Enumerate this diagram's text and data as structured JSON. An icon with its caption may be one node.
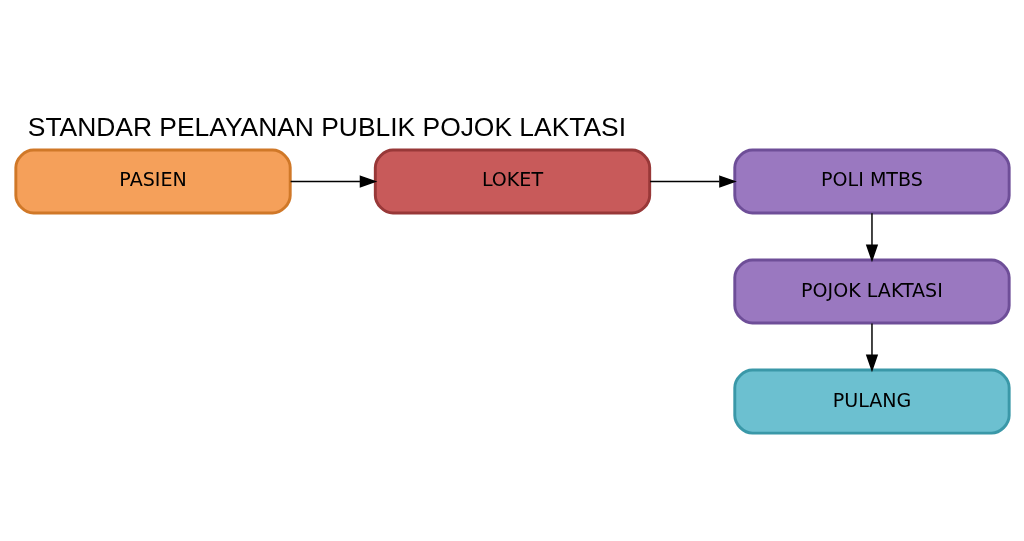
{
  "diagram": {
    "title": "STANDAR PELAYANAN PUBLIK POJOK LAKTASI",
    "nodes": [
      {
        "text": [
          "PASIEN"
        ]
      },
      {
        "text": [
          "LOKET"
        ]
      },
      {
        "text": [
          "POLI MTBS"
        ]
      },
      {
        "text": [
          "POJOK LAKTASI"
        ]
      },
      {
        "text": [
          "PULANG"
        ]
      }
    ],
    "edges": [
      {
        "from": 0,
        "to": 1,
        "arrow": "to"
      },
      {
        "from": 1,
        "to": 2,
        "arrow": "to"
      },
      {
        "from": 2,
        "to": 3,
        "arrow": "to"
      },
      {
        "from": 3,
        "to": 4,
        "arrow": "to"
      }
    ]
  }
}
